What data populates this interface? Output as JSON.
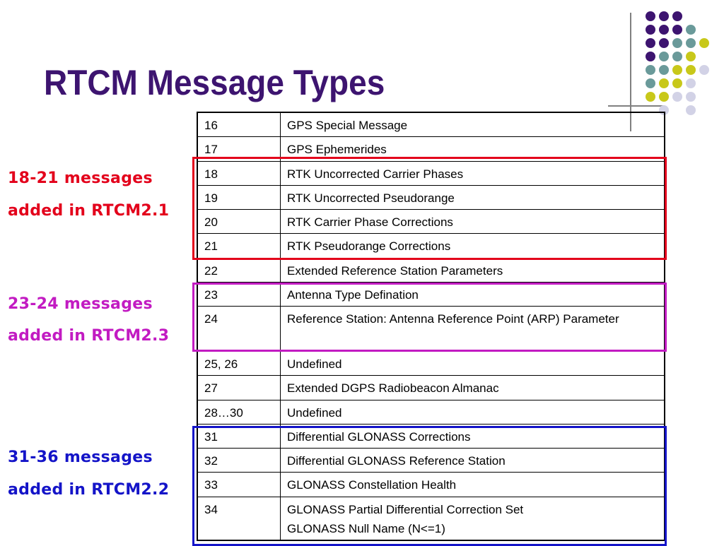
{
  "title": "RTCM Message Types",
  "colors": {
    "title": "#3d1470",
    "red": "#e3001b",
    "magenta": "#c21bc2",
    "blue": "#1414c8",
    "dot_purple": "#3d1470",
    "dot_teal": "#6a9a9a",
    "dot_yellow": "#c8c81a",
    "dot_lavender": "#d2d2e6"
  },
  "annotations": [
    {
      "line1": "18-21 messages",
      "line2": "added in RTCM2.1",
      "color": "#e3001b"
    },
    {
      "line1": "23-24 messages",
      "line2": "added in RTCM2.3",
      "color": "#c21bc2"
    },
    {
      "line1": "31-36 messages",
      "line2": "added in RTCM2.2",
      "color": "#1414c8"
    }
  ],
  "table": {
    "rows": [
      {
        "type": "16",
        "description": "GPS Special Message"
      },
      {
        "type": "17",
        "description": "GPS Ephemerides"
      },
      {
        "type": "18",
        "description": "RTK Uncorrected Carrier Phases"
      },
      {
        "type": "19",
        "description": "RTK Uncorrected Pseudorange"
      },
      {
        "type": "20",
        "description": "RTK Carrier Phase Corrections"
      },
      {
        "type": "21",
        "description": "RTK Pseudorange Corrections"
      },
      {
        "type": "22",
        "description": "Extended Reference Station Parameters"
      },
      {
        "type": "23",
        "description": "Antenna Type Defination"
      },
      {
        "type": "24",
        "description": "Reference Station: Antenna Reference Point (ARP) Parameter"
      },
      {
        "type": "25, 26",
        "description": "Undefined"
      },
      {
        "type": "27",
        "description": "Extended DGPS Radiobeacon Almanac"
      },
      {
        "type": "28…30",
        "description": "Undefined"
      },
      {
        "type": "31",
        "description": "Differential GLONASS Corrections"
      },
      {
        "type": "32",
        "description": "Differential GLONASS Reference Station"
      },
      {
        "type": "33",
        "description": "GLONASS Constellation Health"
      },
      {
        "type": "34",
        "description": "GLONASS Partial Differential Correction Set",
        "description2": "GLONASS Null Name (N<=1)"
      }
    ]
  }
}
